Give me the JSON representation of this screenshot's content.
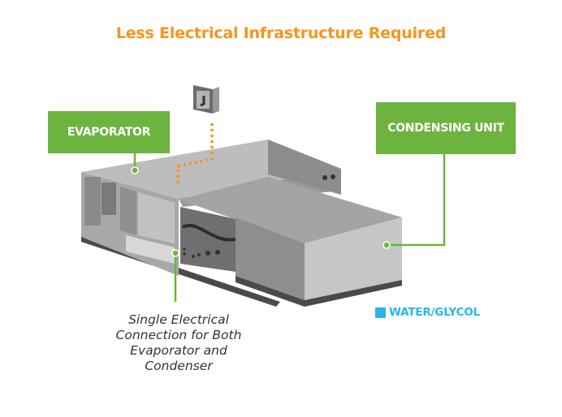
{
  "title": "Less Electrical Infrastructure Required",
  "labels": {
    "evaporator": "EVAPORATOR",
    "condensing_unit": "CONDENSING UNIT"
  },
  "caption": {
    "lines": [
      "Single Electrical",
      "Connection for Both",
      "Evaporator and",
      "Condenser"
    ]
  },
  "legend": {
    "items": [
      {
        "label": "WATER/GLYCOL",
        "color": "#29b6e8"
      }
    ]
  },
  "icons": {
    "disconnect_switch": "disconnect-switch-icon",
    "electrical_wire": "dotted-wire"
  },
  "colors": {
    "title": "#f7941d",
    "label_box": "#6db33f",
    "wire": "#f7941d",
    "legend": "#29b6e8"
  }
}
